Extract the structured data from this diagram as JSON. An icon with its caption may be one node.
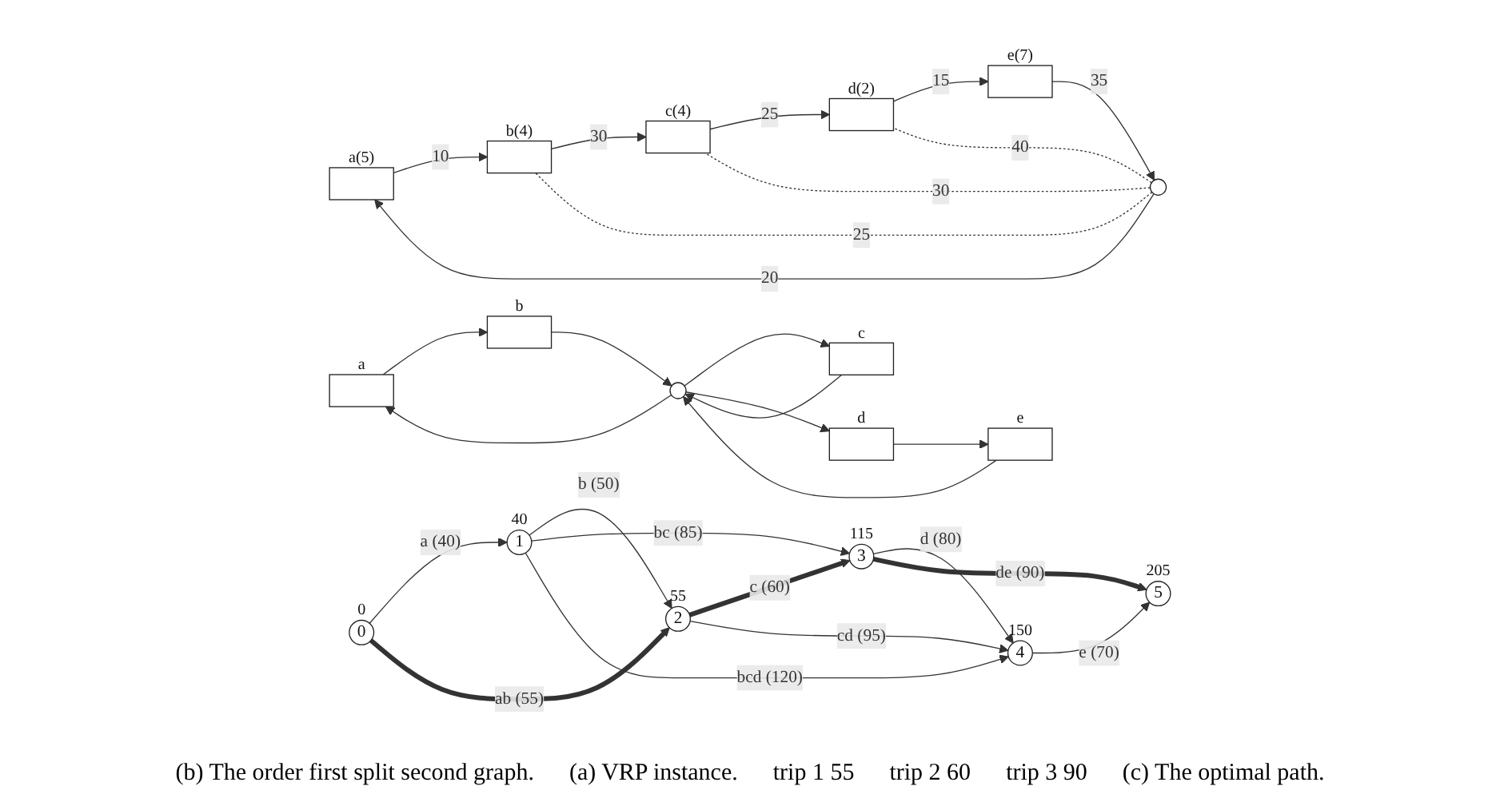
{
  "diagram": {
    "nodes": [
      {
        "text": [],
        "shape": "box",
        "beside": [
          "a(5)"
        ]
      },
      {
        "text": [],
        "shape": "box",
        "beside": [
          "b(4)"
        ]
      },
      {
        "text": [],
        "shape": "box",
        "beside": [
          "c(4)"
        ]
      },
      {
        "text": [],
        "shape": "box",
        "beside": [
          "d(2)"
        ]
      },
      {
        "text": [],
        "shape": "box",
        "beside": [
          "e(7)"
        ]
      },
      {
        "text": [],
        "shape": "circle"
      },
      {
        "text": [
          "0"
        ],
        "beside": [
          "0"
        ]
      },
      {
        "text": [
          "1"
        ],
        "beside": [
          "40"
        ]
      },
      {
        "text": [
          "2"
        ],
        "beside": [
          "55"
        ]
      },
      {
        "text": [
          "3"
        ],
        "beside": [
          "115"
        ]
      },
      {
        "text": [
          "4"
        ],
        "beside": [
          "150"
        ]
      },
      {
        "text": [
          "5"
        ],
        "beside": [
          "205"
        ]
      },
      {
        "text": [],
        "shape": "box",
        "beside": [
          "a"
        ]
      },
      {
        "text": [],
        "shape": "box",
        "beside": [
          "b"
        ]
      },
      {
        "text": [],
        "shape": "box",
        "beside": [
          "c"
        ]
      },
      {
        "text": [],
        "shape": "box",
        "beside": [
          "d"
        ]
      },
      {
        "text": [],
        "shape": "box",
        "beside": [
          "e"
        ]
      },
      {
        "text": [],
        "shape": "circle"
      }
    ],
    "edges": [
      {
        "from": 5,
        "to": 0,
        "arrow": "to",
        "label": "20"
      },
      {
        "from": 0,
        "to": 1,
        "arrow": "to",
        "label": "10"
      },
      {
        "from": 1,
        "to": 2,
        "arrow": "to",
        "label": "30"
      },
      {
        "from": 2,
        "to": 3,
        "arrow": "to",
        "label": "25"
      },
      {
        "from": 3,
        "to": 4,
        "arrow": "to",
        "label": "15"
      },
      {
        "from": 4,
        "to": 5,
        "arrow": "to",
        "label": "35"
      },
      {
        "from": 5,
        "to": 1,
        "arrow": "none",
        "label": "25",
        "style": "dashed"
      },
      {
        "from": 5,
        "to": 2,
        "arrow": "none",
        "label": "30",
        "style": "dashed"
      },
      {
        "from": 5,
        "to": 3,
        "arrow": "none",
        "label": "40",
        "style": "dashed"
      },
      {
        "from": 6,
        "to": 7,
        "arrow": "to",
        "label": "a (40)"
      },
      {
        "from": 7,
        "to": 8,
        "arrow": "to",
        "label": "b (50)"
      },
      {
        "from": 8,
        "to": 9,
        "arrow": "to",
        "label": "c (60)",
        "style": "thick"
      },
      {
        "from": 9,
        "to": 10,
        "arrow": "to",
        "label": "d (80)"
      },
      {
        "from": 10,
        "to": 11,
        "arrow": "to",
        "label": "e (70)"
      },
      {
        "from": 6,
        "to": 8,
        "arrow": "to",
        "label": "ab (55)",
        "style": "thick"
      },
      {
        "from": 8,
        "to": 10,
        "arrow": "to",
        "label": "cd (95)"
      },
      {
        "from": 7,
        "to": 9,
        "arrow": "to",
        "label": "bc (85)"
      },
      {
        "from": 7,
        "to": 10,
        "arrow": "to",
        "label": "bcd (120)"
      },
      {
        "from": 9,
        "to": 11,
        "arrow": "to",
        "label": "de (90)",
        "style": "thick"
      },
      {
        "from": 17,
        "to": 12,
        "arrow": "to"
      },
      {
        "from": 12,
        "to": 13,
        "arrow": "to"
      },
      {
        "from": 13,
        "to": 17,
        "arrow": "to"
      },
      {
        "from": 17,
        "to": 14,
        "arrow": "to"
      },
      {
        "from": 14,
        "to": 17,
        "arrow": "to"
      },
      {
        "from": 17,
        "to": 15,
        "arrow": "to"
      },
      {
        "from": 15,
        "to": 16,
        "arrow": "to"
      },
      {
        "from": 16,
        "to": 17,
        "arrow": "to"
      }
    ],
    "labels": [
      "(b) The order first split second graph.",
      "(a) VRP instance.",
      "trip 1 55",
      "trip 2 60",
      "trip 3 90",
      "(c) The optimal path."
    ]
  }
}
